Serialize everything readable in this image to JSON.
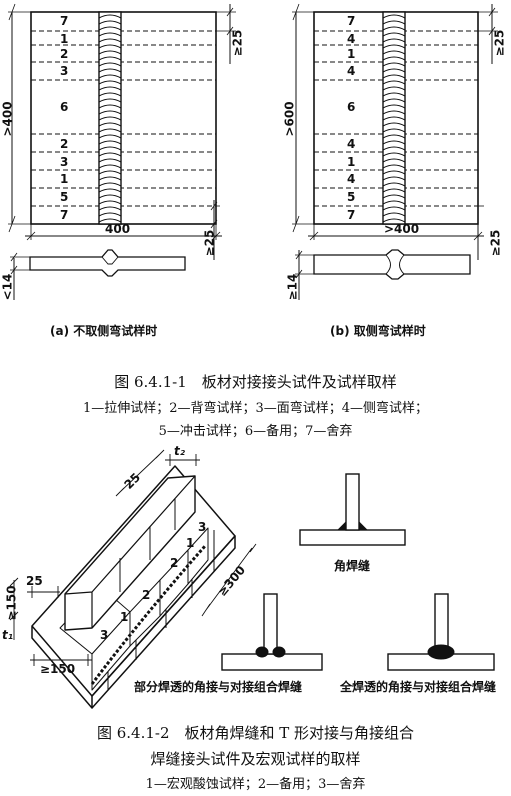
{
  "fig1": {
    "panel_a": {
      "strips": [
        "7",
        "1",
        "2",
        "3",
        "6",
        "2",
        "3",
        "1",
        "5",
        "7"
      ],
      "dim_height": ">400",
      "dim_width": "400",
      "dim_strip": "≥25",
      "dim_bottom": "≥25",
      "dim_thickness": "<14",
      "caption": "(a) 不取侧弯试样时"
    },
    "panel_b": {
      "strips": [
        "7",
        "4",
        "1",
        "4",
        "6",
        "4",
        "1",
        "4",
        "5",
        "7"
      ],
      "dim_height": ">600",
      "dim_width": ">400",
      "dim_strip": "≥25",
      "dim_bottom": "≥25",
      "dim_thickness": "≥14",
      "caption": "(b) 取侧弯试样时"
    },
    "title": "图 6.4.1-1　板材对接接头试件及试样取样",
    "legend_line1": "1—拉伸试样；2—背弯试样；3—面弯试样；4—侧弯试样；",
    "legend_line2": "5—冲击试样；6—备用；7—舍弃"
  },
  "fig2": {
    "iso_labels": {
      "t2": "t₂",
      "d25_top": "25",
      "d25_left": "25",
      "d150_left": "≥150",
      "t1": "t₁",
      "d300": "≥300",
      "d150_bottom": "≥150",
      "n1a": "1",
      "n2a": "2",
      "n3a": "3",
      "n1b": "1",
      "n2b": "2",
      "n3b": "3"
    },
    "label_fillet": "角焊缝",
    "label_partial": "部分焊透的角接与对接组合焊缝",
    "label_full": "全焊透的角接与对接组合焊缝",
    "title_line1": "图 6.4.1-2　板材角焊缝和 T 形对接与角接组合",
    "title_line2": "焊缝接头试件及宏观试样的取样",
    "legend": "1—宏观酸蚀试样；2—备用；3—舍弃"
  }
}
